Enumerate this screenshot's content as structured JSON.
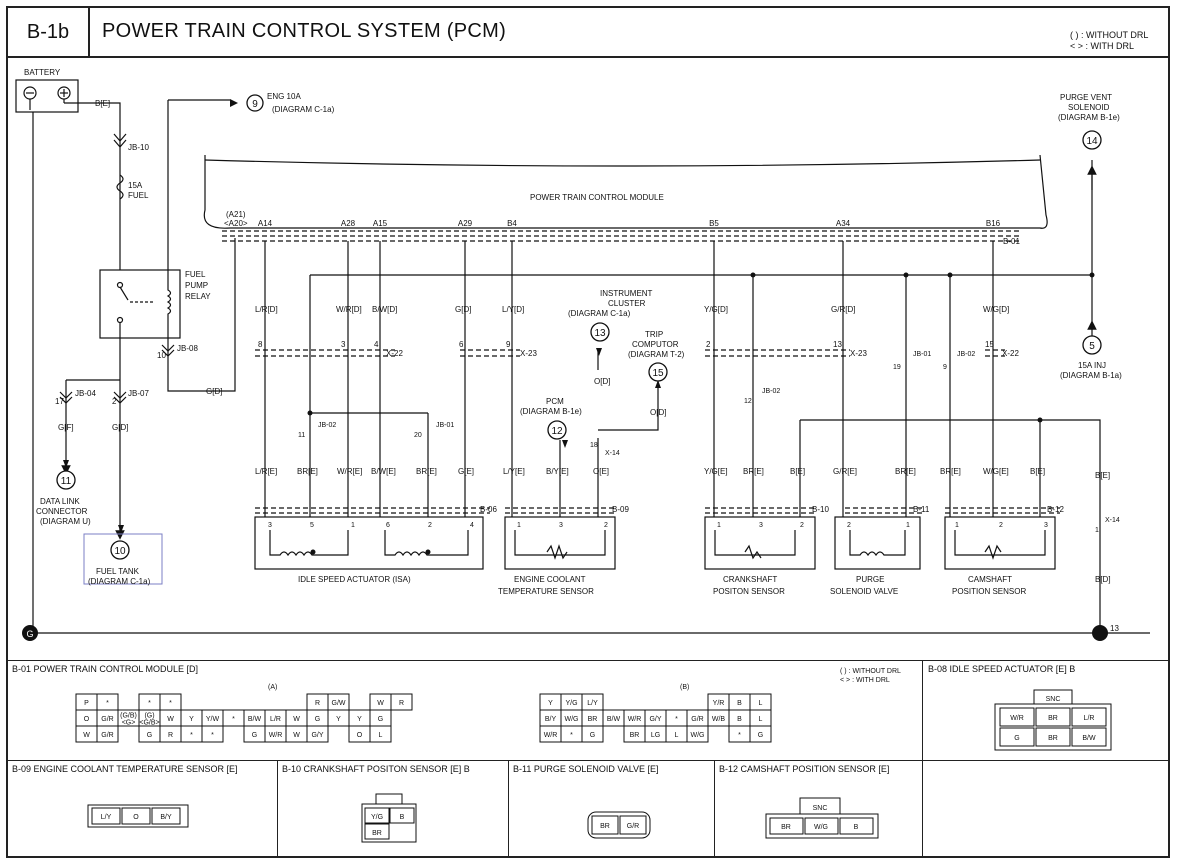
{
  "header": {
    "code": "B-1b",
    "title": "POWER TRAIN CONTROL SYSTEM (PCM)",
    "legend_without": "( ) : WITHOUT DRL",
    "legend_with": "< > : WITH DRL"
  },
  "battery": {
    "label": "BATTERY",
    "wire": "B[E]",
    "jb": "JB-10",
    "fuse_amp": "15A",
    "fuse_name": "FUEL"
  },
  "eng10a": {
    "num": "9",
    "label": "ENG 10A",
    "ref": "(DIAGRAM C-1a)"
  },
  "relay": {
    "l1": "FUEL",
    "l2": "PUMP",
    "l3": "RELAY",
    "pin": "10",
    "jb": "JB-08",
    "wire": "G[D]"
  },
  "left_branch": {
    "p1": "17",
    "jb1": "JB-04",
    "w1": "G[F]",
    "p2": "2",
    "jb2": "JB-07",
    "w2": "G[D]"
  },
  "data_link": {
    "num": "11",
    "l1": "DATA LINK",
    "l2": "CONNECTOR",
    "l3": "(DIAGRAM U)"
  },
  "fuel_tank": {
    "num": "10",
    "l1": "FUEL TANK",
    "l2": "(DIAGRAM C-1a)"
  },
  "pcm_module": {
    "title": "POWER TRAIN CONTROL MODULE",
    "alt1": "(A21)",
    "alt2": "<A20>",
    "conn": "B-01",
    "pins": [
      "A14",
      "A28",
      "A15",
      "A29",
      "B4",
      "B5",
      "A34",
      "B16"
    ]
  },
  "top_wires": [
    "L/R[D]",
    "W/R[D]",
    "B/W[D]",
    "G[D]",
    "L/Y[D]",
    "Y/G[D]",
    "G/R[D]",
    "W/G[D]"
  ],
  "x_pins": {
    "a": "8",
    "b": "3",
    "c": "4",
    "x22": "X-22",
    "d": "6",
    "e": "9",
    "x23": "X-23",
    "f": "2",
    "g": "13",
    "x23b": "X-23",
    "h": "15",
    "x22b": "X-22"
  },
  "jb_labels": {
    "jb02a": "JB-02",
    "p11": "11",
    "jb01a": "JB-01",
    "p20": "20",
    "jb02b": "JB-02",
    "p12": "12",
    "jb01b": "JB-01",
    "p19": "19",
    "jb02c": "JB-02",
    "p9": "9",
    "x14a": "X-14",
    "p18": "18",
    "x14b": "X-14",
    "p1": "1"
  },
  "instrument": {
    "l1": "INSTRUMENT",
    "l2": "CLUSTER",
    "l3": "(DIAGRAM C-1a)",
    "num": "13",
    "wire": "O[D]"
  },
  "trip": {
    "l1": "TRIP",
    "l2": "COMPUTOR",
    "l3": "(DIAGRAM T-2)",
    "num": "15",
    "wire": "O[D]"
  },
  "pcm_ref": {
    "l1": "PCM",
    "l2": "(DIAGRAM B-1e)",
    "num": "12"
  },
  "purge_vent": {
    "l1": "PURGE VENT",
    "l2": "SOLENOID",
    "l3": "(DIAGRAM B-1e)",
    "num": "14"
  },
  "inj": {
    "num": "5",
    "l1": "15A INJ",
    "l2": "(DIAGRAM B-1a)"
  },
  "bottom_wires": [
    "L/R[E]",
    "BR[E]",
    "W/R[E]",
    "B/W[E]",
    "BR[E]",
    "G[E]",
    "L/Y[E]",
    "B/Y[E]",
    "O[E]",
    "Y/G[E]",
    "BR[E]",
    "B[E]",
    "G/R[E]",
    "BR[E]",
    "BR[E]",
    "W/G[E]",
    "B[E]",
    "B[E]",
    "B[D]"
  ],
  "conn_labels": {
    "b06": "B-06",
    "b09": "B-09",
    "b10": "B-10",
    "b11": "B-11",
    "b12": "B-12"
  },
  "components": {
    "isa": "IDLE SPEED ACTUATOR (ISA)",
    "ect1": "ENGINE COOLANT",
    "ect2": "TEMPERATURE SENSOR",
    "ckp1": "CRANKSHAFT",
    "ckp2": "POSITON SENSOR",
    "psv1": "PURGE",
    "psv2": "SOLENOID VALVE",
    "cmp1": "CAMSHAFT",
    "cmp2": "POSITION SENSOR"
  },
  "pin_nums": {
    "isa": [
      "3",
      "5",
      "1",
      "6",
      "2",
      "4"
    ],
    "ect": [
      "1",
      "3",
      "2"
    ],
    "ckp": [
      "1",
      "3",
      "2"
    ],
    "psv": [
      "2",
      "1"
    ],
    "cmp": [
      "1",
      "2",
      "3"
    ]
  },
  "ground": {
    "g": "G",
    "n": "13"
  },
  "panels": {
    "p1": "B-01 POWER TRAIN CONTROL MODULE [D]",
    "p1_without": "( ) : WITHOUT DRL",
    "p1_with": "< > : WITH DRL",
    "p1_a": "(A)",
    "p1_b": "(B)",
    "p2": "B-08 IDLE SPEED ACTUATOR [E] B",
    "p3": "B-09 ENGINE COOLANT TEMPERATURE SENSOR [E]",
    "p4": "B-10 CRANKSHAFT POSITON SENSOR [E] B",
    "p5": "B-11 PURGE SOLENOID VALVE [E]",
    "p6": "B-12 CAMSHAFT POSITION SENSOR [E]"
  },
  "connA_rows": [
    [
      "P",
      "*",
      "",
      "*",
      "*",
      "",
      "",
      "",
      "",
      "",
      "",
      "R",
      "G/W",
      "",
      "W",
      "R"
    ],
    [
      "O",
      "G/R",
      "(G/B)\n<G>",
      "(G)\n<G/B>",
      "W",
      "Y",
      "Y/W",
      "*",
      "B/W",
      "L/R",
      "W",
      "G",
      "Y",
      "Y",
      "G",
      ""
    ],
    [
      "W",
      "G/R",
      "",
      "G",
      "R",
      "*",
      "*",
      "",
      "G",
      "W/R",
      "W",
      "G/Y",
      "",
      "O",
      "L",
      ""
    ]
  ],
  "connB_rows": [
    [
      "Y",
      "Y/G",
      "L/Y",
      "",
      "",
      "",
      "",
      "",
      "Y/R",
      "B",
      "L"
    ],
    [
      "B/Y",
      "W/G",
      "BR",
      "B/W",
      "W/R",
      "G/Y",
      "*",
      "G/R",
      "W/B",
      "B",
      "L"
    ],
    [
      "W/R",
      "*",
      "G",
      "",
      "BR",
      "LG",
      "L",
      "W/G",
      "",
      "*",
      "G"
    ]
  ],
  "b08": [
    "W/R",
    "BR",
    "L/R",
    "G",
    "BR",
    "B/W"
  ],
  "b09": [
    "L/Y",
    "O",
    "B/Y"
  ],
  "b10": [
    "Y/G",
    "B",
    "BR"
  ],
  "b11": [
    "BR",
    "G/R"
  ],
  "b12": [
    "BR",
    "W/G",
    "B"
  ],
  "snc": "SNC"
}
